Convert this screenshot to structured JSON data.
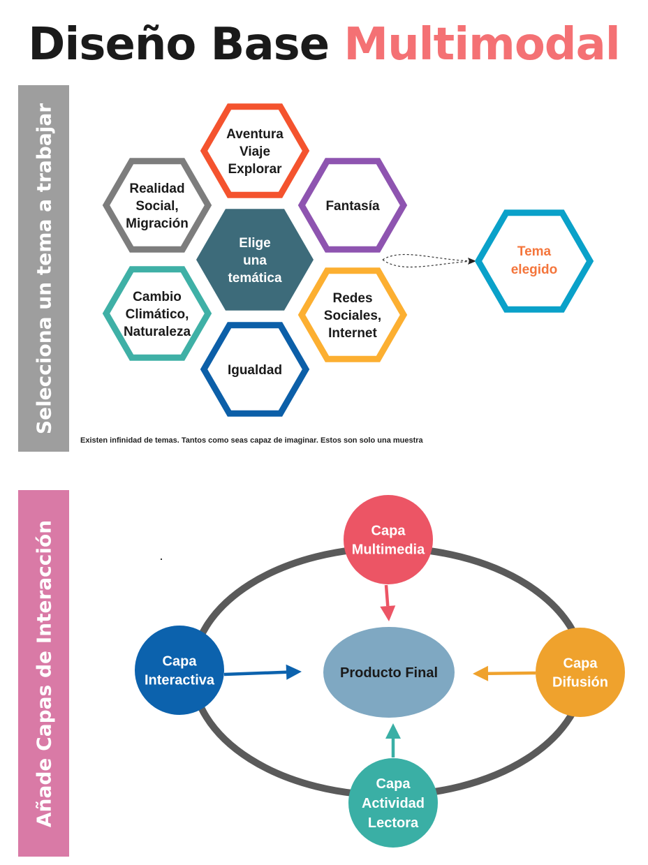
{
  "title": {
    "part1": "Diseño Base",
    "part2": "Multimodal"
  },
  "section1": {
    "label": "Selecciona un tema a trabajar",
    "note": "Existen infinidad de temas. Tantos como seas capaz de imaginar. Estos son solo una muestra",
    "center": {
      "lines": [
        "Elige",
        "una",
        "temática"
      ],
      "color": "#3d6b7a"
    },
    "topics": [
      {
        "id": "aventura",
        "lines": [
          "Aventura",
          "Viaje",
          "Explorar"
        ],
        "color": "#f4532e"
      },
      {
        "id": "realidad",
        "lines": [
          "Realidad",
          "Social,",
          "Migración"
        ],
        "color": "#7d7d7d"
      },
      {
        "id": "fantasia",
        "lines": [
          "Fantasía"
        ],
        "color": "#8e54b0"
      },
      {
        "id": "cambio",
        "lines": [
          "Cambio",
          "Climático,",
          "Naturaleza"
        ],
        "color": "#3fb0a6"
      },
      {
        "id": "redes",
        "lines": [
          "Redes",
          "Sociales,",
          "Internet"
        ],
        "color": "#fcaf31"
      },
      {
        "id": "igualdad",
        "lines": [
          "Igualdad"
        ],
        "color": "#0c5fa8"
      }
    ],
    "chosen": {
      "lines": [
        "Tema",
        "elegido"
      ],
      "color": "#0aa1c9",
      "text_color": "#f4753b"
    }
  },
  "section2": {
    "label": "Añade Capas de Interacción",
    "center": {
      "label": "Producto Final",
      "color": "#7fa8c2"
    },
    "ring_color": "#5a5a5a",
    "layers": [
      {
        "id": "multimedia",
        "lines": [
          "Capa",
          "Multimedia"
        ],
        "color": "#ec5565"
      },
      {
        "id": "interactiva",
        "lines": [
          "Capa",
          "Interactiva"
        ],
        "color": "#0c62ad"
      },
      {
        "id": "difusion",
        "lines": [
          "Capa",
          "Difusión"
        ],
        "color": "#efa22d"
      },
      {
        "id": "lectora",
        "lines": [
          "Capa",
          "Actividad",
          "Lectora"
        ],
        "color": "#3aafa5"
      }
    ]
  }
}
